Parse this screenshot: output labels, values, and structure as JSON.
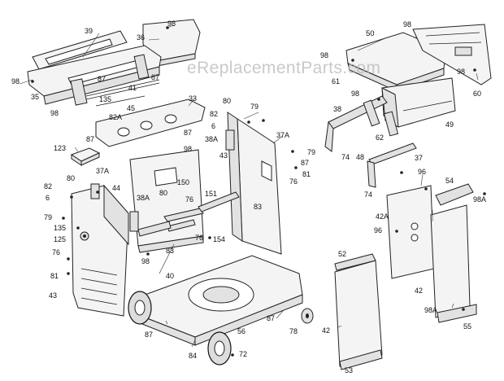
{
  "watermark": "eReplacementParts.com",
  "callouts": [
    {
      "id": "39",
      "text": "39"
    },
    {
      "id": "36",
      "text": "36"
    },
    {
      "id": "98a",
      "text": "98"
    },
    {
      "id": "98b",
      "text": "98"
    },
    {
      "id": "35",
      "text": "35"
    },
    {
      "id": "87a",
      "text": "87"
    },
    {
      "id": "87b",
      "text": "87"
    },
    {
      "id": "41",
      "text": "41"
    },
    {
      "id": "135a",
      "text": "135"
    },
    {
      "id": "45",
      "text": "45"
    },
    {
      "id": "98c",
      "text": "98"
    },
    {
      "id": "33",
      "text": "33"
    },
    {
      "id": "82Aa",
      "text": "82A"
    },
    {
      "id": "87c",
      "text": "87"
    },
    {
      "id": "87d",
      "text": "87"
    },
    {
      "id": "123",
      "text": "123"
    },
    {
      "id": "80a",
      "text": "80"
    },
    {
      "id": "82a",
      "text": "82"
    },
    {
      "id": "79a",
      "text": "79"
    },
    {
      "id": "6a",
      "text": "6"
    },
    {
      "id": "38Aa",
      "text": "38A"
    },
    {
      "id": "37Aa",
      "text": "37A"
    },
    {
      "id": "98d",
      "text": "98"
    },
    {
      "id": "43a",
      "text": "43"
    },
    {
      "id": "79b",
      "text": "79"
    },
    {
      "id": "87e",
      "text": "87"
    },
    {
      "id": "81a",
      "text": "81"
    },
    {
      "id": "76a",
      "text": "76"
    },
    {
      "id": "50",
      "text": "50"
    },
    {
      "id": "98e",
      "text": "98"
    },
    {
      "id": "98f",
      "text": "98"
    },
    {
      "id": "61",
      "text": "61"
    },
    {
      "id": "98g",
      "text": "98"
    },
    {
      "id": "60",
      "text": "60"
    },
    {
      "id": "98h",
      "text": "98"
    },
    {
      "id": "38b",
      "text": "38"
    },
    {
      "id": "49",
      "text": "49"
    },
    {
      "id": "62",
      "text": "62"
    },
    {
      "id": "74a",
      "text": "74"
    },
    {
      "id": "48",
      "text": "48"
    },
    {
      "id": "37",
      "text": "37"
    },
    {
      "id": "74b",
      "text": "74"
    },
    {
      "id": "96a",
      "text": "96"
    },
    {
      "id": "54",
      "text": "54"
    },
    {
      "id": "98Aa",
      "text": "98A"
    },
    {
      "id": "42Aa",
      "text": "42A"
    },
    {
      "id": "96b",
      "text": "96"
    },
    {
      "id": "37Ab",
      "text": "37A"
    },
    {
      "id": "82b",
      "text": "82"
    },
    {
      "id": "80b",
      "text": "80"
    },
    {
      "id": "6b",
      "text": "6"
    },
    {
      "id": "79c",
      "text": "79"
    },
    {
      "id": "44",
      "text": "44"
    },
    {
      "id": "38Ab",
      "text": "38A"
    },
    {
      "id": "80c",
      "text": "80"
    },
    {
      "id": "150",
      "text": "150"
    },
    {
      "id": "76b",
      "text": "76"
    },
    {
      "id": "151",
      "text": "151"
    },
    {
      "id": "83a",
      "text": "83"
    },
    {
      "id": "135b",
      "text": "135"
    },
    {
      "id": "125",
      "text": "125"
    },
    {
      "id": "76c",
      "text": "76"
    },
    {
      "id": "154",
      "text": "154"
    },
    {
      "id": "83b",
      "text": "83"
    },
    {
      "id": "98i",
      "text": "98"
    },
    {
      "id": "76d",
      "text": "76"
    },
    {
      "id": "81b",
      "text": "81"
    },
    {
      "id": "43b",
      "text": "43"
    },
    {
      "id": "40",
      "text": "40"
    },
    {
      "id": "52",
      "text": "52"
    },
    {
      "id": "42a",
      "text": "42"
    },
    {
      "id": "42b",
      "text": "42"
    },
    {
      "id": "87f",
      "text": "87"
    },
    {
      "id": "78",
      "text": "78"
    },
    {
      "id": "56",
      "text": "56"
    },
    {
      "id": "84",
      "text": "84"
    },
    {
      "id": "72",
      "text": "72"
    },
    {
      "id": "87g",
      "text": "87"
    },
    {
      "id": "98Ab",
      "text": "98A"
    },
    {
      "id": "55",
      "text": "55"
    },
    {
      "id": "53",
      "text": "53"
    }
  ]
}
